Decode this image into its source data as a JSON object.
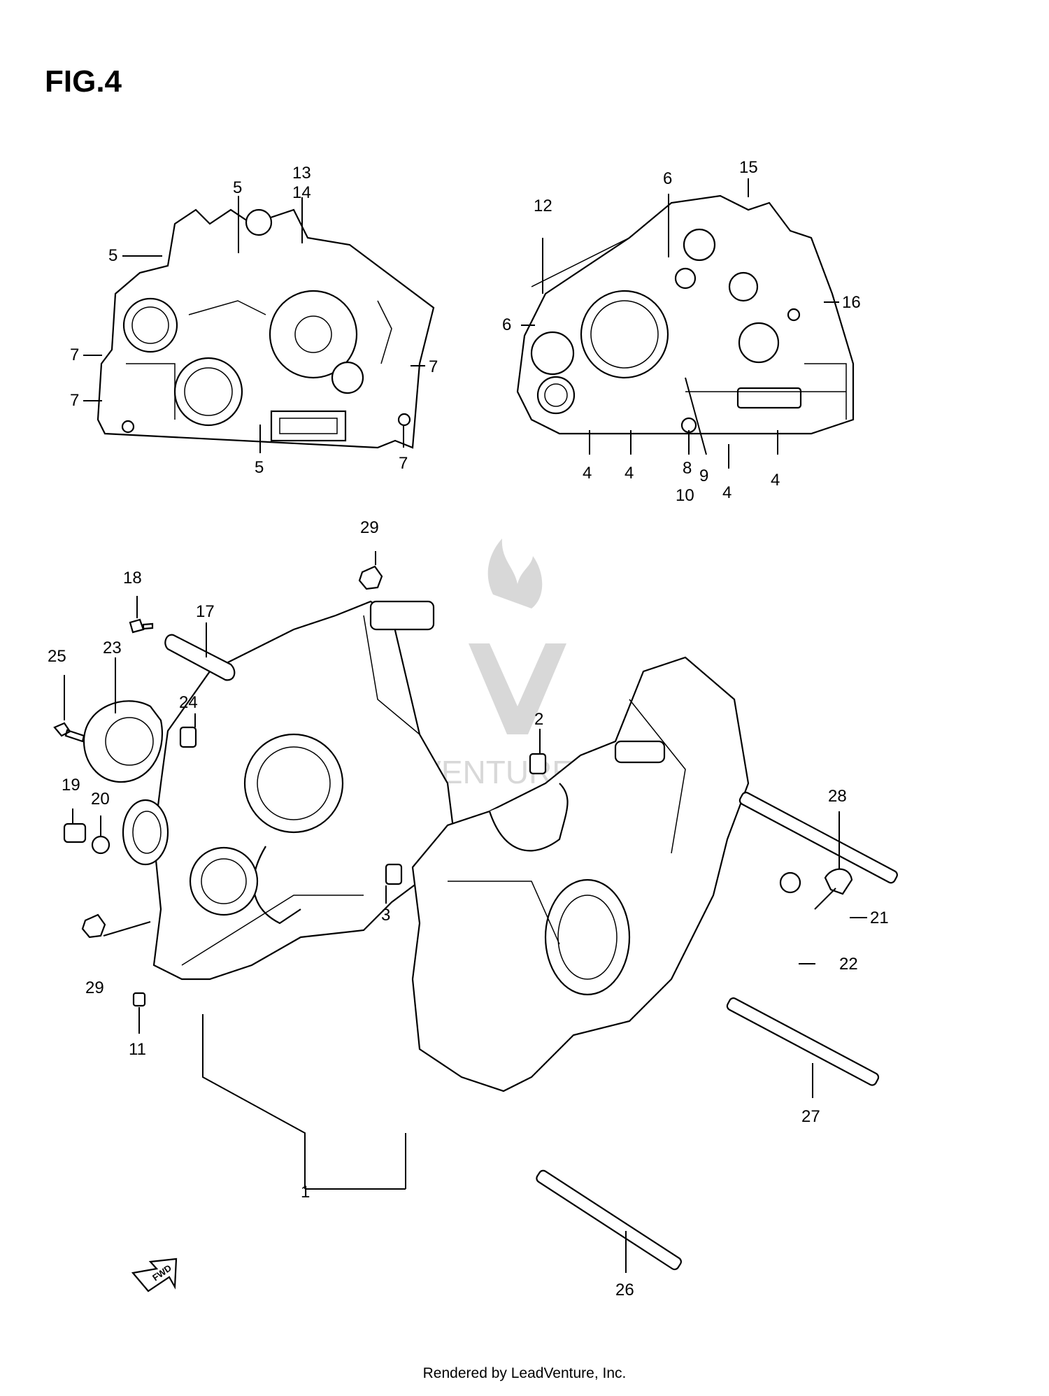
{
  "title": "FIG.4",
  "credit": "Rendered by LeadVenture, Inc.",
  "watermark": "LEADVENTURE",
  "fwd_label": "FWD",
  "callouts": {
    "c1": "1",
    "c2": "2",
    "c3": "3",
    "c4a": "4",
    "c4b": "4",
    "c4c": "4",
    "c4d": "4",
    "c5a": "5",
    "c5b": "5",
    "c5c": "5",
    "c6a": "6",
    "c6b": "6",
    "c7a": "7",
    "c7b": "7",
    "c7c": "7",
    "c7d": "7",
    "c8": "8",
    "c9": "9",
    "c10": "10",
    "c11": "11",
    "c12": "12",
    "c13": "13",
    "c14": "14",
    "c15": "15",
    "c16": "16",
    "c17": "17",
    "c18": "18",
    "c19": "19",
    "c20": "20",
    "c21": "21",
    "c22": "22",
    "c23": "23",
    "c24": "24",
    "c25": "25",
    "c26": "26",
    "c27": "27",
    "c28": "28",
    "c29a": "29",
    "c29b": "29"
  }
}
